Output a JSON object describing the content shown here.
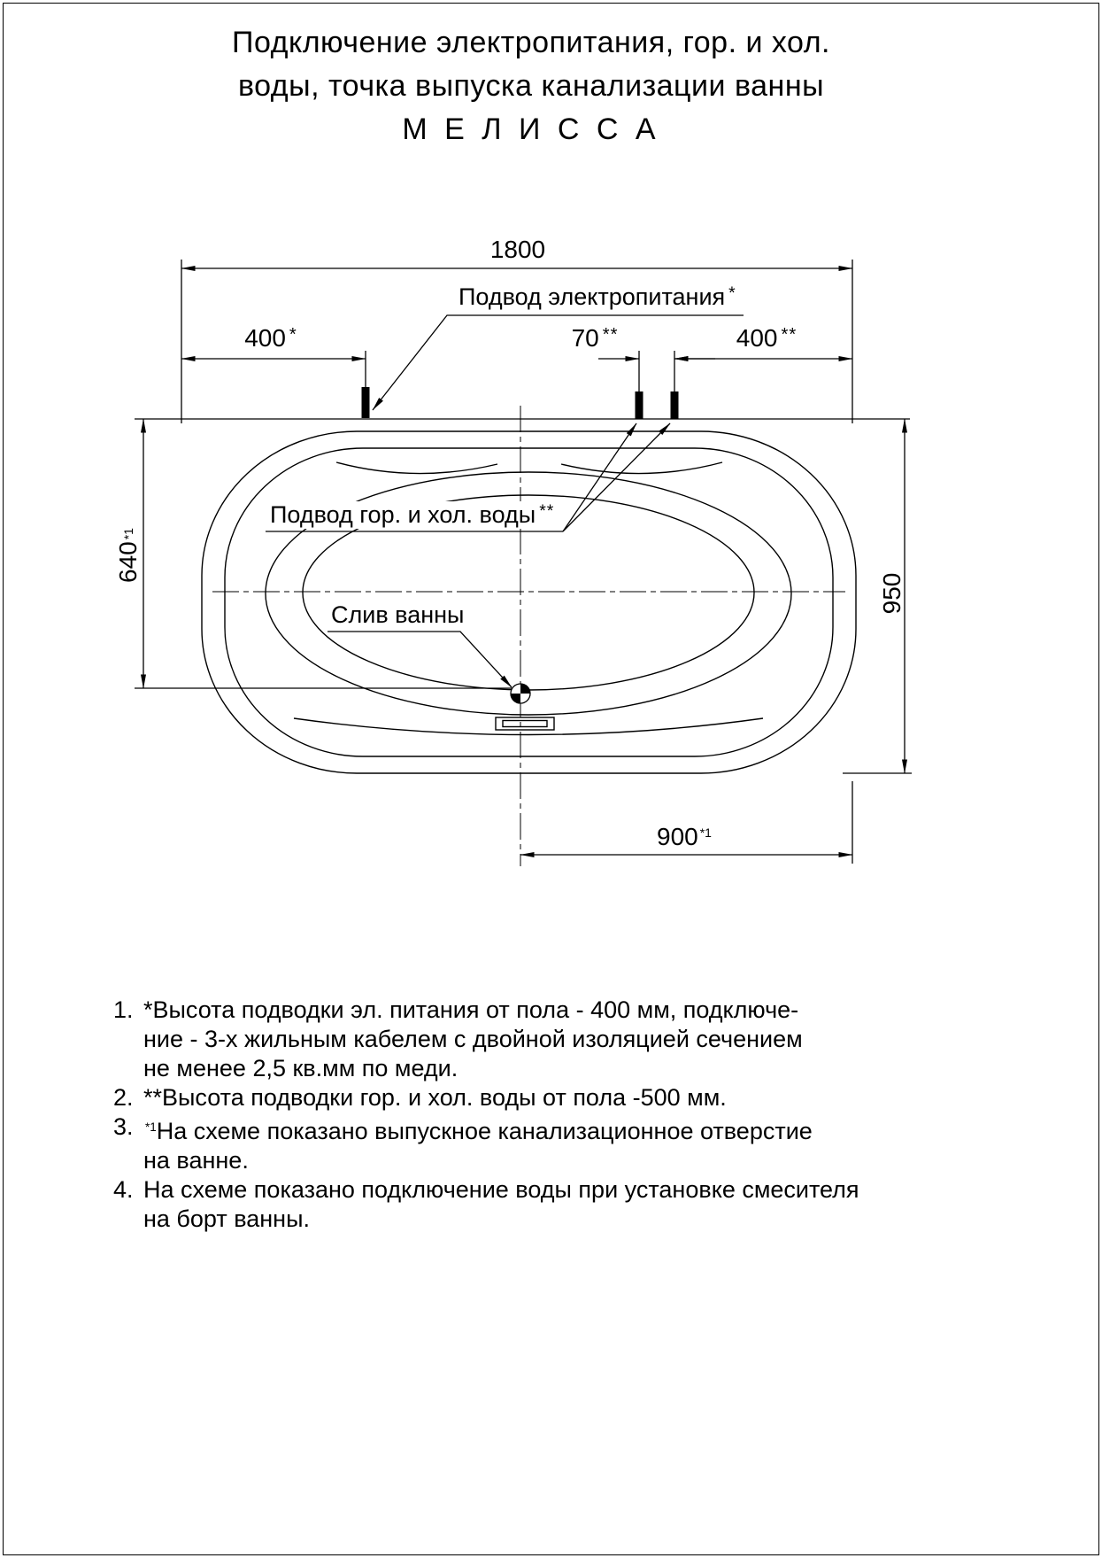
{
  "page": {
    "title_line1": "Подключение электропитания, гор. и хол.",
    "title_line2": "воды, точка выпуска канализации ванны",
    "title_line3": "М Е Л И С С А"
  },
  "diagram": {
    "labels": {
      "power": {
        "text": "Подвод электропитания",
        "sup": "*"
      },
      "water": {
        "text": "Подвод гор. и хол. воды",
        "sup": "**"
      },
      "drain": {
        "text": "Слив ванны"
      }
    },
    "dimensions": {
      "total_length": {
        "value": "1800"
      },
      "power_offset": {
        "value": "400",
        "sup": "*"
      },
      "water_gap": {
        "value": "70",
        "sup": "**"
      },
      "water_offset": {
        "value": "400",
        "sup": "**"
      },
      "drain_from_top": {
        "value": "640",
        "sup": "*1"
      },
      "total_width": {
        "value": "950"
      },
      "drain_from_right": {
        "value": "900",
        "sup": "*1"
      }
    }
  },
  "notes": [
    {
      "m": "1.",
      "t": "*Высота подводки эл. питания от пола - 400 мм, подключе-"
    },
    {
      "m": "",
      "t": "ние - 3-х жильным кабелем с двойной изоляцией сечением"
    },
    {
      "m": "",
      "t": "не менее 2,5 кв.мм по меди."
    },
    {
      "m": "2.",
      "t": "**Высота подводки гор. и хол. воды от пола -500 мм."
    },
    {
      "m": "3.",
      "s": "*1",
      "t": "На схеме показано выпускное канализационное отверстие"
    },
    {
      "m": "",
      "t": "на ванне."
    },
    {
      "m": "4.",
      "t": "На схеме показано подключение воды при установке смесителя"
    },
    {
      "m": "",
      "t": "на борт ванны."
    }
  ]
}
